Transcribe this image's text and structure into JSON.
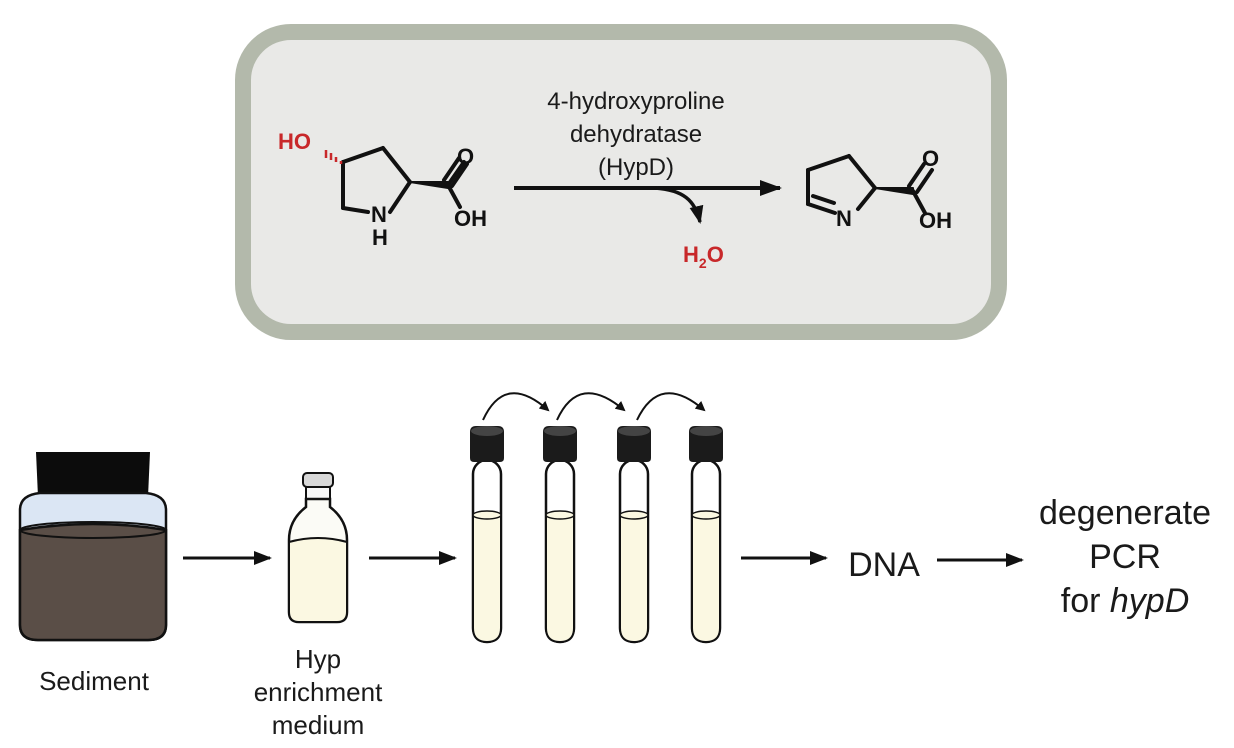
{
  "reaction": {
    "enzyme_line1": "4-hydroxyproline",
    "enzyme_line2": "dehydratase",
    "enzyme_line3": "(HypD)",
    "reactant_ho": "HO",
    "reactant_n": "N",
    "reactant_h": "H",
    "reactant_o": "O",
    "reactant_oh": "OH",
    "byproduct_h": "H",
    "byproduct_sub": "2",
    "byproduct_o": "O",
    "product_n": "N",
    "product_o": "O",
    "product_oh": "OH"
  },
  "workflow": {
    "sediment_label": "Sediment",
    "medium_line1": "Hyp",
    "medium_line2": "enrichment",
    "medium_line3": "medium",
    "dna_label": "DNA",
    "pcr_line1": "degenerate",
    "pcr_line2": "PCR",
    "pcr_line3_prefix": "for ",
    "pcr_line3_gene": "hypD"
  },
  "colors": {
    "panel_border": "#b3b9ab",
    "panel_fill": "#e9e9e7",
    "red_atom": "#c8282a",
    "sediment": "#5a4e47",
    "water": "#dbe6f4",
    "medium": "#fbf8e2"
  }
}
